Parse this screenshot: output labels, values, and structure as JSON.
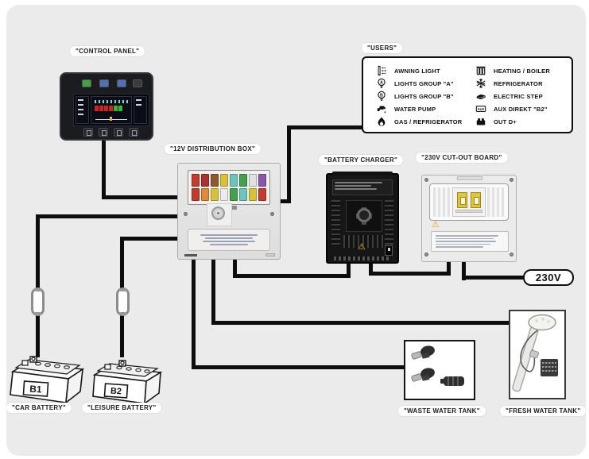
{
  "labels": {
    "control_panel": "\"CONTROL PANEL\"",
    "users": "\"USERS\"",
    "distribution_box": "\"12V DISTRIBUTION BOX\"",
    "battery_charger": "\"BATTERY CHARGER\"",
    "cutout_board": "\"230V CUT-OUT BOARD\"",
    "car_battery": "\"CAR BATTERY\"",
    "leisure_battery": "\"LEISURE BATTERY\"",
    "waste_water_tank": "\"WASTE WATER TANK\"",
    "fresh_water_tank": "\"FRESH WATER TANK\"",
    "v230": "230V",
    "b1": "B1",
    "b2": "B2",
    "aux": "AUX",
    "lights_a_letter": "A",
    "lights_b_letter": "B"
  },
  "users_legend": {
    "left": [
      {
        "icon": "awning-light-icon",
        "label": "AWNING LIGHT"
      },
      {
        "icon": "bulb-a-icon",
        "label": "LIGHTS GROUP \"A\""
      },
      {
        "icon": "bulb-b-icon",
        "label": "LIGHTS GROUP \"B\""
      },
      {
        "icon": "water-pump-icon",
        "label": "WATER PUMP"
      },
      {
        "icon": "gas-flame-icon",
        "label": "GAS / REFRIGERATOR"
      }
    ],
    "right": [
      {
        "icon": "radiator-icon",
        "label": "HEATING / BOILER"
      },
      {
        "icon": "snowflake-icon",
        "label": "REFRIGERATOR"
      },
      {
        "icon": "electric-step-icon",
        "label": "ELECTRIC STEP"
      },
      {
        "icon": "aux-box-icon",
        "label": "AUX DIREKT \"B2\""
      },
      {
        "icon": "relay-icon",
        "label": "OUT D+"
      }
    ]
  },
  "distribution_box": {
    "fuse_colors": [
      "#c43a2e",
      "#a83232",
      "#8a5a30",
      "#d8c23a",
      "#6cc4bc",
      "#44a04e",
      "#e0e0e0",
      "#8a56a8",
      "#c43a2e",
      "#e08a36",
      "#d8c23a",
      "#ececec",
      "#44a04e",
      "#6cc4bc",
      "#d8c23a",
      "#c43a2e"
    ]
  },
  "control_panel": {
    "top_button_colors": [
      "#3fa344",
      "#5070b8",
      "#5070b8",
      "#3a3a40"
    ],
    "led_colors": [
      "#cc2222",
      "#cc2222",
      "#cc2222",
      "#cc2222",
      "#33bb33",
      "#33bb33"
    ]
  },
  "colors": {
    "background_panel": "#ebebeb",
    "wire": "#0d0d0d",
    "device_dark": "#161616",
    "device_light": "#e9e9e9",
    "warning_yellow": "#e8b818",
    "breaker_yellow": "#e3c437"
  }
}
